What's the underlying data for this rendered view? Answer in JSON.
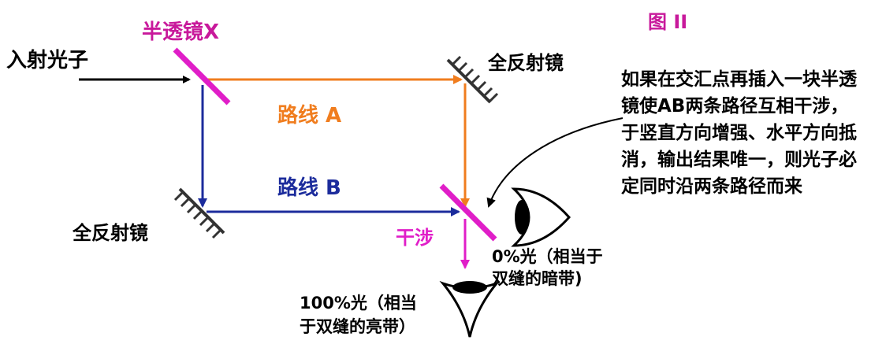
{
  "title": "图 II",
  "labels": {
    "incident_photon": "入射光子",
    "beam_splitter_x": "半透镜X",
    "full_mirror_top": "全反射镜",
    "full_mirror_bottom": "全反射镜",
    "route_a": "路线 A",
    "route_b": "路线 B",
    "interference": "干涉"
  },
  "note": "如果在交汇点再插入一块半透镜使AB两条路径互相干涉，于竖直方向增强、水平方向抵消，输出结果唯一，则光子必定同时沿两条路径而来",
  "outputs": {
    "zero_line1": "0%光（相当于",
    "zero_line2": "双缝的暗带)",
    "hundred_line1": "100%光（相当",
    "hundred_line2": "于双缝的亮带）"
  },
  "colors": {
    "incident": "#000000",
    "route_a": "#f07d1e",
    "route_b": "#1c2c9c",
    "splitter": "#e01ec8",
    "mirror": "#333333",
    "output": "#e01ec8"
  }
}
